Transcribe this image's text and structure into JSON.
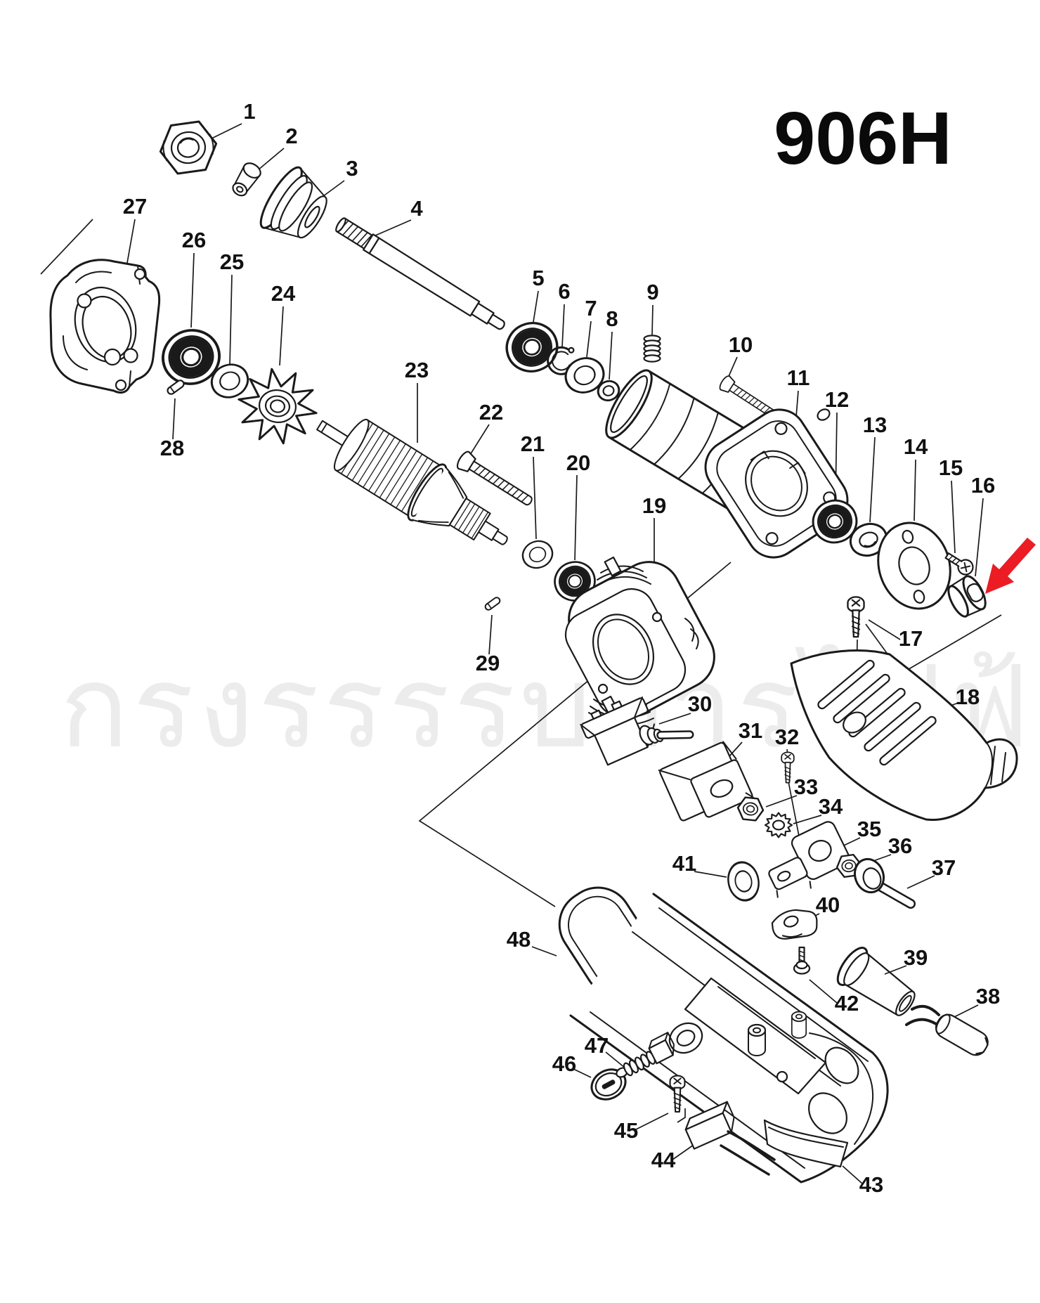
{
  "title": "906H",
  "watermark": "กรงรรรรบการไฟฟ้า",
  "colors": {
    "line": "#1a1a1a",
    "label": "#111111",
    "arrow_red": "#ec1c24",
    "watermark": "#ececec"
  },
  "red_arrow": {
    "points_to_part": "16"
  },
  "parts": [
    {
      "num": "1"
    },
    {
      "num": "2"
    },
    {
      "num": "3"
    },
    {
      "num": "4"
    },
    {
      "num": "5"
    },
    {
      "num": "6"
    },
    {
      "num": "7"
    },
    {
      "num": "8"
    },
    {
      "num": "9"
    },
    {
      "num": "10"
    },
    {
      "num": "11"
    },
    {
      "num": "12"
    },
    {
      "num": "13"
    },
    {
      "num": "14"
    },
    {
      "num": "15"
    },
    {
      "num": "16"
    },
    {
      "num": "17"
    },
    {
      "num": "18"
    },
    {
      "num": "19"
    },
    {
      "num": "20"
    },
    {
      "num": "21"
    },
    {
      "num": "22"
    },
    {
      "num": "23"
    },
    {
      "num": "24"
    },
    {
      "num": "25"
    },
    {
      "num": "26"
    },
    {
      "num": "27"
    },
    {
      "num": "28"
    },
    {
      "num": "29"
    },
    {
      "num": "30"
    },
    {
      "num": "31"
    },
    {
      "num": "32"
    },
    {
      "num": "33"
    },
    {
      "num": "34"
    },
    {
      "num": "35"
    },
    {
      "num": "36"
    },
    {
      "num": "37"
    },
    {
      "num": "38"
    },
    {
      "num": "39"
    },
    {
      "num": "40"
    },
    {
      "num": "41"
    },
    {
      "num": "42"
    },
    {
      "num": "43"
    },
    {
      "num": "44"
    },
    {
      "num": "45"
    },
    {
      "num": "46"
    },
    {
      "num": "47"
    },
    {
      "num": "48"
    }
  ]
}
